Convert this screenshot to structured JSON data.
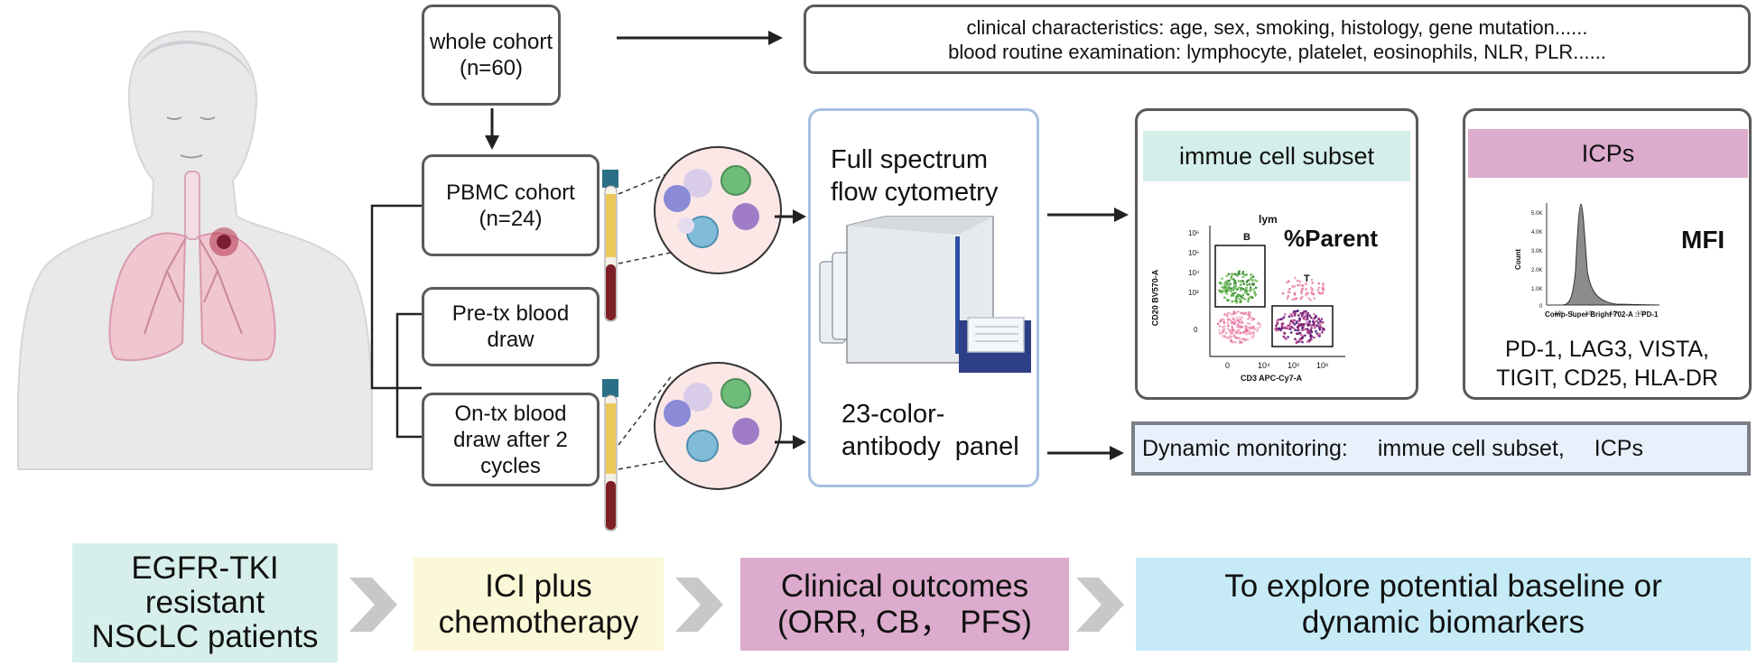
{
  "cohorts": {
    "whole": "whole cohort\n(n=60)",
    "pbmc": "PBMC cohort\n(n=24)",
    "pre_tx": "Pre-tx blood\ndraw",
    "on_tx": "On-tx blood\ndraw after 2\ncycles"
  },
  "clinical_box": {
    "line1": "clinical characteristics: age, sex, smoking, histology, gene mutation......",
    "line2": "blood routine examination: lymphocyte, platelet, eosinophils, NLR, PLR......"
  },
  "cytometry": {
    "title": "Full spectrum\nflow cytometry",
    "panel": "23-color-\nantibody  panel"
  },
  "immune_panel": {
    "header": "immue cell subset",
    "plot_title": "lym",
    "gate_b": "B",
    "gate_t": "T",
    "metric": "%Parent",
    "y_axis": "CD20 BV570-A",
    "x_axis": "CD3 APC-Cy7-A",
    "y_ticks": [
      "10⁶",
      "10⁵",
      "10⁴",
      "10³",
      "0"
    ],
    "x_ticks": [
      "0",
      "10⁴",
      "10⁵",
      "10⁶"
    ]
  },
  "icp_panel": {
    "header": "ICPs",
    "metric": "MFI",
    "y_axis": "Count",
    "x_axis": "Comp-Super Bright 702-A :: PD-1",
    "y_ticks": [
      "5.0K",
      "4.0K",
      "3.0K",
      "2.0K",
      "1.0K",
      "0"
    ],
    "x_ticks": [
      "-10³",
      "0",
      "10³",
      "10⁴",
      "10⁵"
    ],
    "markers": "PD-1, LAG3, VISTA,\nTIGIT, CD25, HLA-DR"
  },
  "dynamic": {
    "prefix": "Dynamic monitoring: ",
    "item1": "immue cell subset, ",
    "item2": "ICPs"
  },
  "flow_steps": [
    "EGFR-TKI\nresistant\nNSCLC patients",
    "ICI plus\nchemotherapy",
    "Clinical outcomes\n(ORR, CB， PFS)",
    "To explore potential baseline or\ndynamic biomarkers"
  ],
  "colors": {
    "flow_teal": "#d6efea",
    "flow_yellow": "#fbf8d7",
    "flow_pink": "#dcabcd",
    "flow_blue": "#c6ebf7",
    "panel_teal": "#d4efea",
    "panel_pink": "#dcabcd",
    "cytometry_border": "#a8bfdf"
  }
}
